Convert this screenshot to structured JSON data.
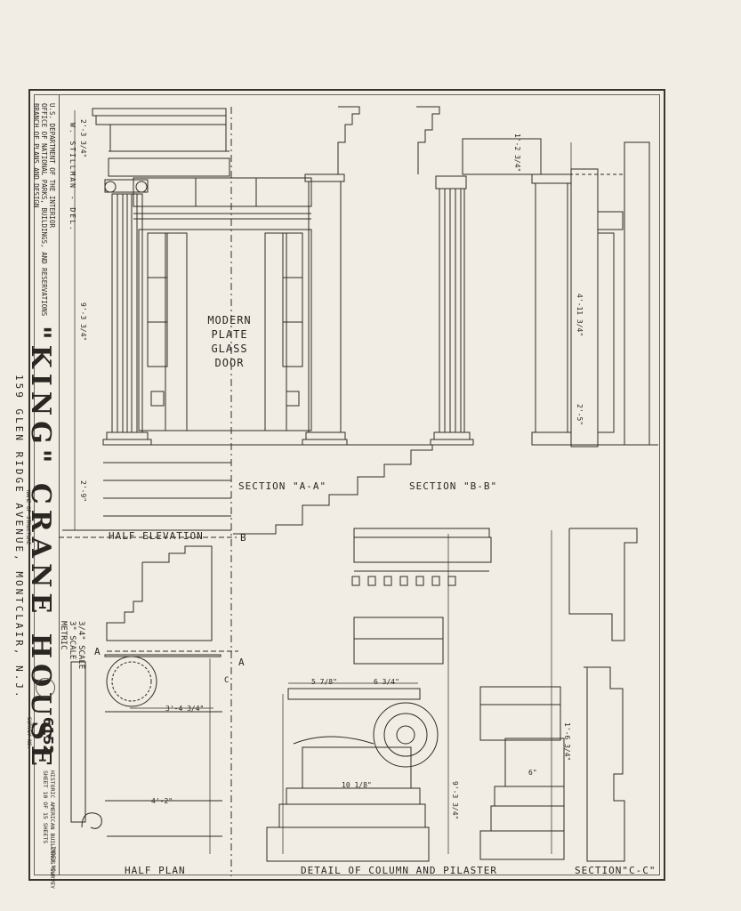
{
  "title_block": {
    "agency": "U.S. DEPARTMENT OF THE INTERIOR",
    "office": "OFFICE OF NATIONAL PARKS, BUILDINGS, AND RESERVATIONS",
    "branch": "BRANCH OF PLANS AND DESIGN",
    "delineator": "W. STILLMAN - DEL.",
    "structure_name": "\"KING\" CRANE HOUSE",
    "name_caption": "NAME OF STRUCTURE",
    "address": "159 GLEN RIDGE AVENUE, MONTCLAIR, N.J.",
    "scale_1": "3/4\" SCALE",
    "scale_2": "3\" SCALE",
    "scale_3": "METRIC",
    "survey_label": "SURVEY NO.",
    "survey_number": "6152",
    "survey_name": "HISTORIC AMERICAN BUILDINGS SURVEY",
    "sheet_info": "SHEET 10 OF 15 SHEETS",
    "index_label": "INDEX NO."
  },
  "drawing_labels": {
    "door_note": "MODERN PLATE GLASS DOOR",
    "section_aa": "SECTION \"A-A\"",
    "section_bb": "SECTION \"B-B\"",
    "half_elevation": "HALF ELEVATION",
    "half_plan": "HALF PLAN",
    "detail": "DETAIL OF COLUMN AND PILASTER",
    "section_cc": "SECTION\"C-C\""
  },
  "dimensions": {
    "d1": "2'-3 3/4\"",
    "d2": "9'-3 3/4\"",
    "d3": "2'-9\"",
    "d4": "1'-2 3/4\"",
    "d5": "4'-11 3/4\"",
    "d6": "2'-5\"",
    "d7": "3'-4 3/4\"",
    "d8": "4'-2\"",
    "d9": "6 3/4\"",
    "d10": "5 7/8\"",
    "d11": "10 1/8\"",
    "d12": "9'-3 3/4\"",
    "d13": "1'-6 3/4\"",
    "d14": "6\""
  },
  "markers": {
    "a": "A",
    "b": "B",
    "c": "C"
  }
}
